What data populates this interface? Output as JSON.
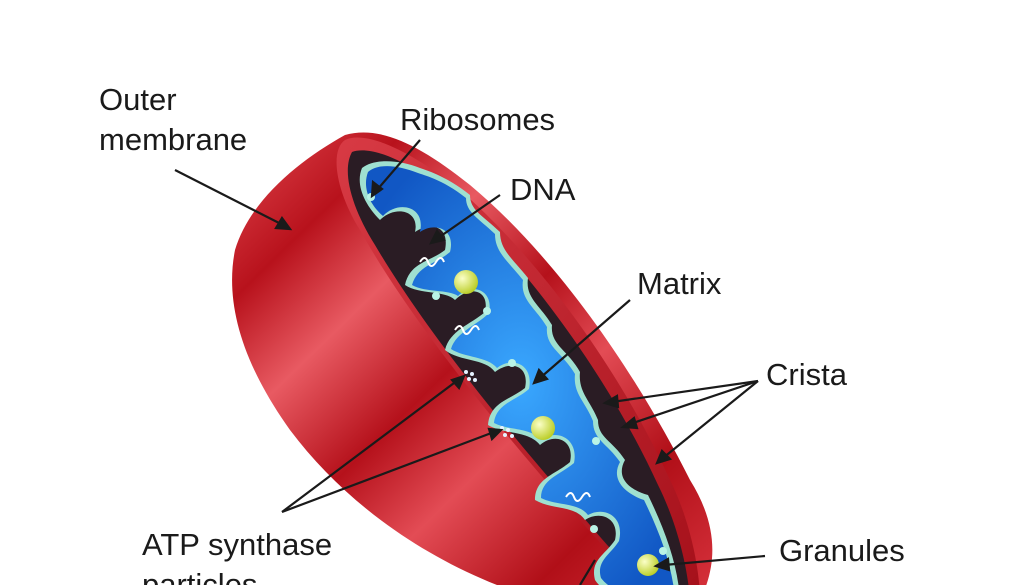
{
  "labels": {
    "outer_membrane": "Outer\nmembrane",
    "ribosomes": "Ribosomes",
    "dna": "DNA",
    "matrix": "Matrix",
    "crista": "Crista",
    "atp_synthase": "ATP synthase\nparticles",
    "granules": "Granules"
  },
  "colors": {
    "outer_membrane": "#c81e2a",
    "intermembrane_space": "#2a1c24",
    "matrix": "#1f8fe6",
    "inner_membrane": "#9fe0d0",
    "granule": "#d6e84a"
  }
}
